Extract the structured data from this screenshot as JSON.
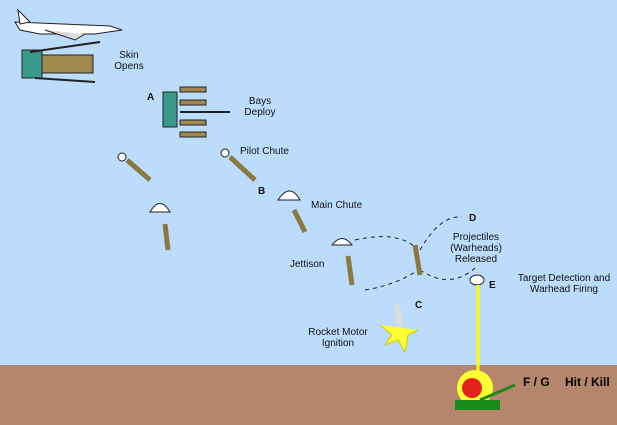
{
  "labels": {
    "skin_opens": "Skin Opens",
    "bays_deploy": "Bays Deploy",
    "pilot_chute": "Pilot Chute",
    "main_chute": "Main Chute",
    "jettison": "Jettison",
    "projectiles": "Projectiles (Warheads) Released",
    "rocket_motor": "Rocket Motor Ignition",
    "target_detection": "Target Detection and Warhead Firing",
    "hit_kill": "Hit / Kill"
  },
  "letters": {
    "a": "A",
    "b": "B",
    "c": "C",
    "d": "D",
    "e": "E",
    "fg": "F / G"
  },
  "colors": {
    "sky": "#bcdcfb",
    "ground": "#b5866b",
    "beam": "#ffff00",
    "canister": "#8a7a40",
    "chute": "#ffffff"
  }
}
